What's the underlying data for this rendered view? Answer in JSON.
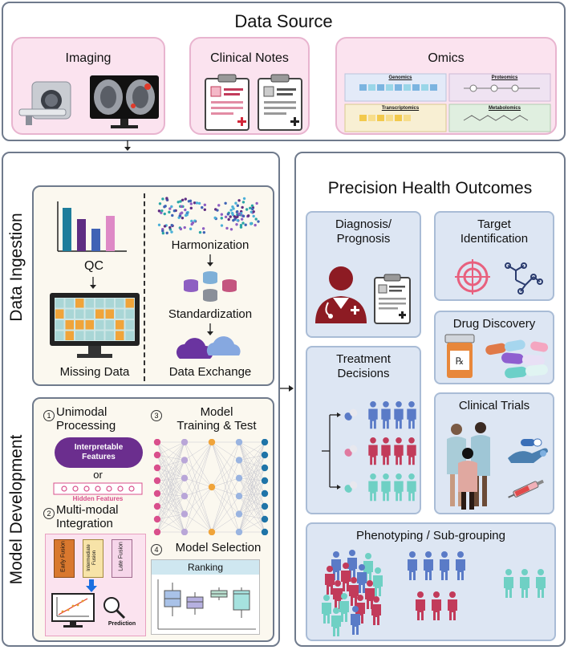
{
  "data_source": {
    "title": "Data Source",
    "imaging": "Imaging",
    "clinical_notes": "Clinical Notes",
    "omics": {
      "title": "Omics",
      "genomics": "Genomics",
      "proteomics": "Proteomics",
      "transcriptomics": "Transcriptomics",
      "metabolomics": "Metabolomics"
    }
  },
  "data_ingestion": {
    "title": "Data Ingestion",
    "qc": "QC",
    "missing_data": "Missing Data",
    "harmonization": "Harmonization",
    "standardization": "Standardization",
    "data_exchange": "Data Exchange"
  },
  "model_development": {
    "title": "Model Development",
    "step1_num": "1",
    "step1": "Unimodal Processing",
    "interpretable_features": "Interpretable Features",
    "or": "or",
    "hidden_features": "Hidden Features",
    "step2_num": "2",
    "step2": "Multi-modal Integration",
    "early_fusion": "Early Fusion",
    "intermediate_fusion": "Intermediate Fusion",
    "late_fusion": "Late Fusion",
    "prediction": "Prediction",
    "step3_num": "3",
    "step3_line1": "Model",
    "step3_line2": "Training & Test",
    "step4_num": "4",
    "step4": "Model Selection",
    "ranking": "Ranking"
  },
  "outcomes": {
    "title": "Precision Health Outcomes",
    "diagnosis_line1": "Diagnosis/",
    "diagnosis_line2": "Prognosis",
    "target_line1": "Target",
    "target_line2": "Identification",
    "drug_discovery": "Drug Discovery",
    "treatment_line1": "Treatment",
    "treatment_line2": "Decisions",
    "clinical_trials": "Clinical Trials",
    "phenotyping": "Phenotyping / Sub-grouping"
  },
  "colors": {
    "pink": "#d94f8c",
    "blue": "#5a7bc7",
    "red": "#c23b5a",
    "teal": "#6fd0c4",
    "orange": "#f0a43a",
    "maroon": "#9b1c2a",
    "purple": "#5e2d82"
  }
}
